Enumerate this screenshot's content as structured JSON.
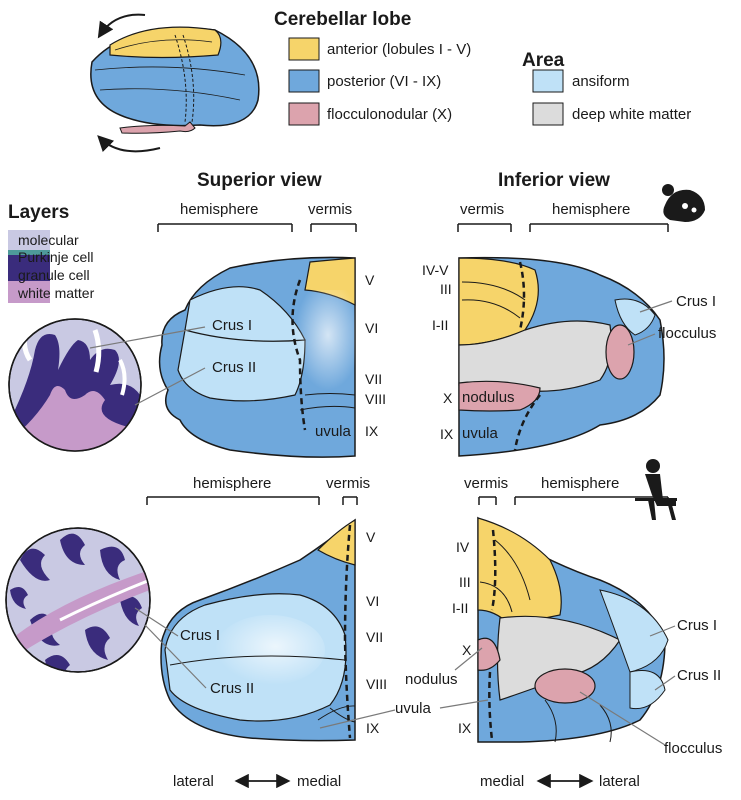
{
  "colors": {
    "anterior": "#f6d46a",
    "posterior": "#6fa8dc",
    "flocculonodular": "#dca3ad",
    "ansiform": "#bfe1f7",
    "deep_white_matter": "#dcdcdc",
    "molecular": "#c9c9e3",
    "purkinje": "#4e9a9a",
    "granule": "#3a2c7c",
    "white_matter": "#c69ac9",
    "outline": "#1a1a1a"
  },
  "legend": {
    "lobe_title": "Cerebellar lobe",
    "lobes": [
      {
        "label": "anterior (lobules I - V)",
        "color_key": "anterior"
      },
      {
        "label": "posterior (VI - IX)",
        "color_key": "posterior"
      },
      {
        "label": "flocculonodular (X)",
        "color_key": "flocculonodular"
      }
    ],
    "area_title": "Area",
    "areas": [
      {
        "label": "ansiform",
        "color_key": "ansiform"
      },
      {
        "label": "deep white matter",
        "color_key": "deep_white_matter"
      }
    ]
  },
  "layers": {
    "title": "Layers",
    "items": [
      "molecular",
      "Purkinje cell",
      "granule cell",
      "white matter"
    ]
  },
  "headers": {
    "superior": "Superior view",
    "inferior": "Inferior view"
  },
  "mouse_superior": {
    "hemisphere": "hemisphere",
    "vermis": "vermis",
    "crus1": "Crus I",
    "crus2": "Crus II",
    "uvula": "uvula",
    "numerals": [
      "V",
      "VI",
      "VII",
      "VIII",
      "IX"
    ]
  },
  "mouse_inferior": {
    "vermis": "vermis",
    "hemisphere": "hemisphere",
    "numerals": [
      "IV-V",
      "III",
      "I-II",
      "X",
      "IX"
    ],
    "nodulus": "nodulus",
    "uvula": "uvula",
    "crus1": "Crus I",
    "flocculus": "flocculus"
  },
  "human_superior": {
    "hemisphere": "hemisphere",
    "vermis": "vermis",
    "crus1": "Crus I",
    "crus2": "Crus II",
    "numerals": [
      "V",
      "VI",
      "VII",
      "VIII",
      "IX"
    ],
    "uvula": "uvula"
  },
  "human_inferior": {
    "vermis": "vermis",
    "hemisphere": "hemisphere",
    "numerals": [
      "IV",
      "III",
      "I-II",
      "X",
      "IX"
    ],
    "nodulus": "nodulus",
    "crus1": "Crus I",
    "crus2": "Crus II",
    "flocculus": "flocculus"
  },
  "axes": {
    "left_lateral": "lateral",
    "left_medial": "medial",
    "right_medial": "medial",
    "right_lateral": "lateral"
  }
}
